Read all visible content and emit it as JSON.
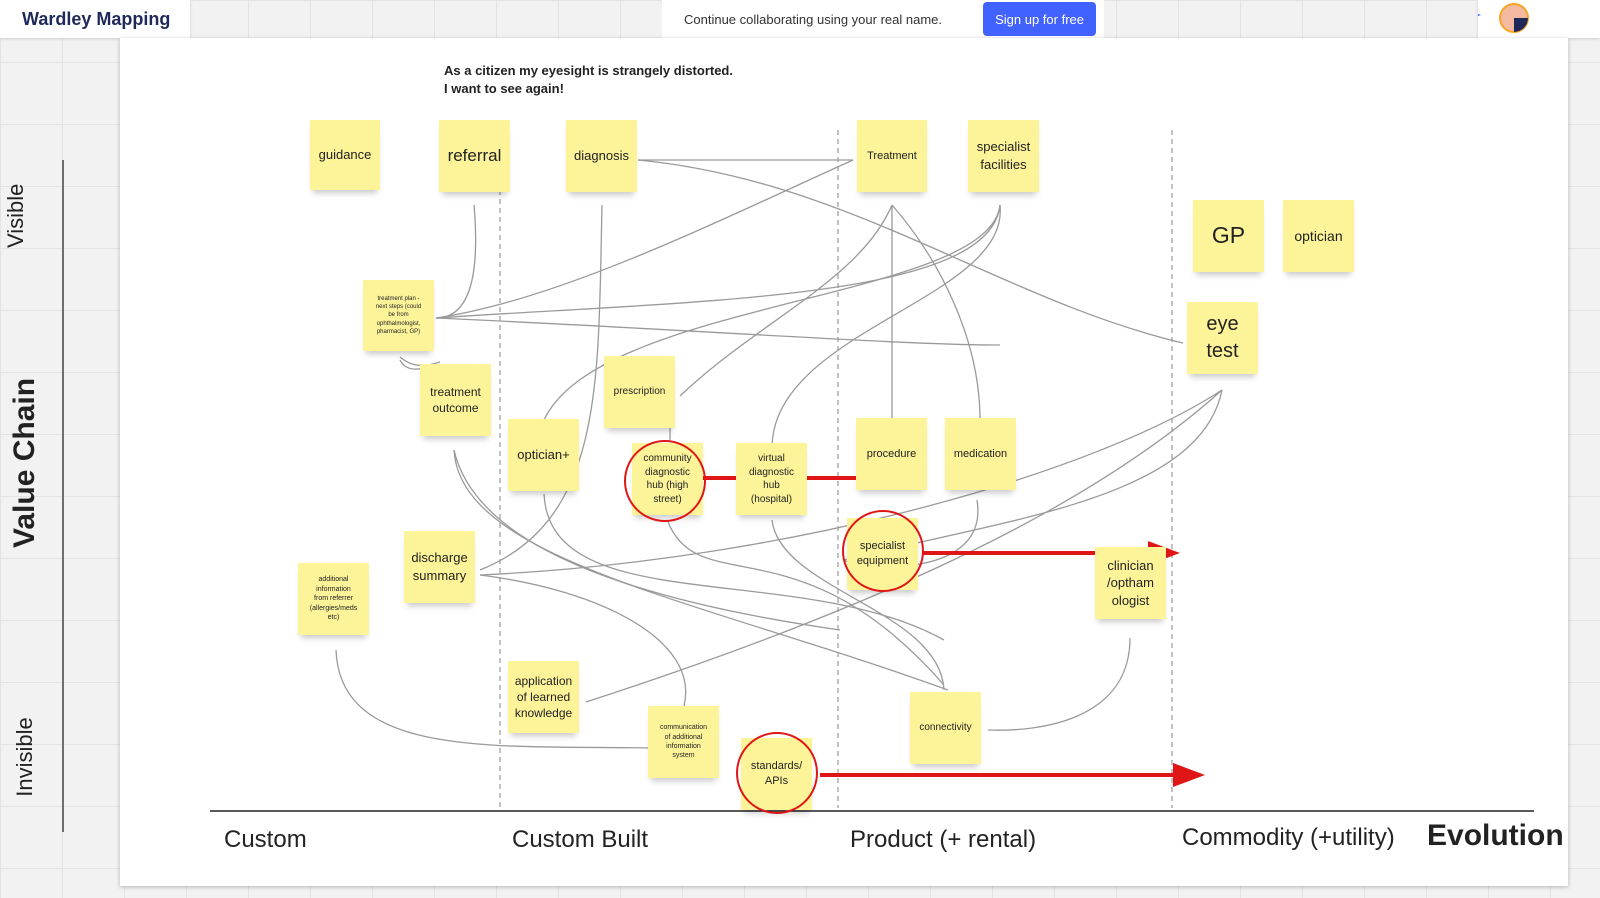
{
  "app": {
    "title": "Wardley Mapping"
  },
  "banner": {
    "text": "Continue collaborating using your real name.",
    "signup_label": "Sign up for free"
  },
  "map": {
    "user_need": "As a citizen my eyesight is strangely distorted.\nI want to see again!",
    "y_axis": {
      "title": "Value Chain",
      "top": "Visible",
      "bottom": "Invisible"
    },
    "x_axis": {
      "title": "Evolution",
      "stages": [
        "Custom",
        "Custom Built",
        "Product (+ rental)",
        "Commodity (+utility)"
      ]
    },
    "notes": {
      "guidance": "guidance",
      "referral": "referral",
      "diagnosis": "diagnosis",
      "treatment": "Treatment",
      "specialist_facilities": "specialist\nfacilities",
      "gp": "GP",
      "optician": "optician",
      "eye_test": "eye\ntest",
      "treatment_plan": "treatment plan -\nnext steps (could\nbe from\nophthalmologist,\npharmacist, GP)",
      "treatment_outcome": "treatment\noutcome",
      "prescription": "prescription",
      "optician_plus": "optician+",
      "community_hub": "community\ndiagnostic\nhub (high\nstreet)",
      "virtual_hub": "virtual\ndiagnostic\nhub\n(hospital)",
      "procedure": "procedure",
      "medication": "medication",
      "specialist_equipment": "specialist\nequipment",
      "clinician": "clinician\n/optham\nologist",
      "discharge_summary": "discharge\nsummary",
      "additional_information": "additional\ninformation\nfrom referrer\n(allergies/meds\netc)",
      "application_knowledge": "application\nof learned\nknowledge",
      "communication": "communication\nof additional\ninformation\nsystem",
      "standards": "standards/\nAPIs",
      "connectivity": "connectivity"
    },
    "colors": {
      "sticky": "#fdf49a",
      "evolution_arrow": "#e01515",
      "link": "#9a9a9a"
    }
  }
}
